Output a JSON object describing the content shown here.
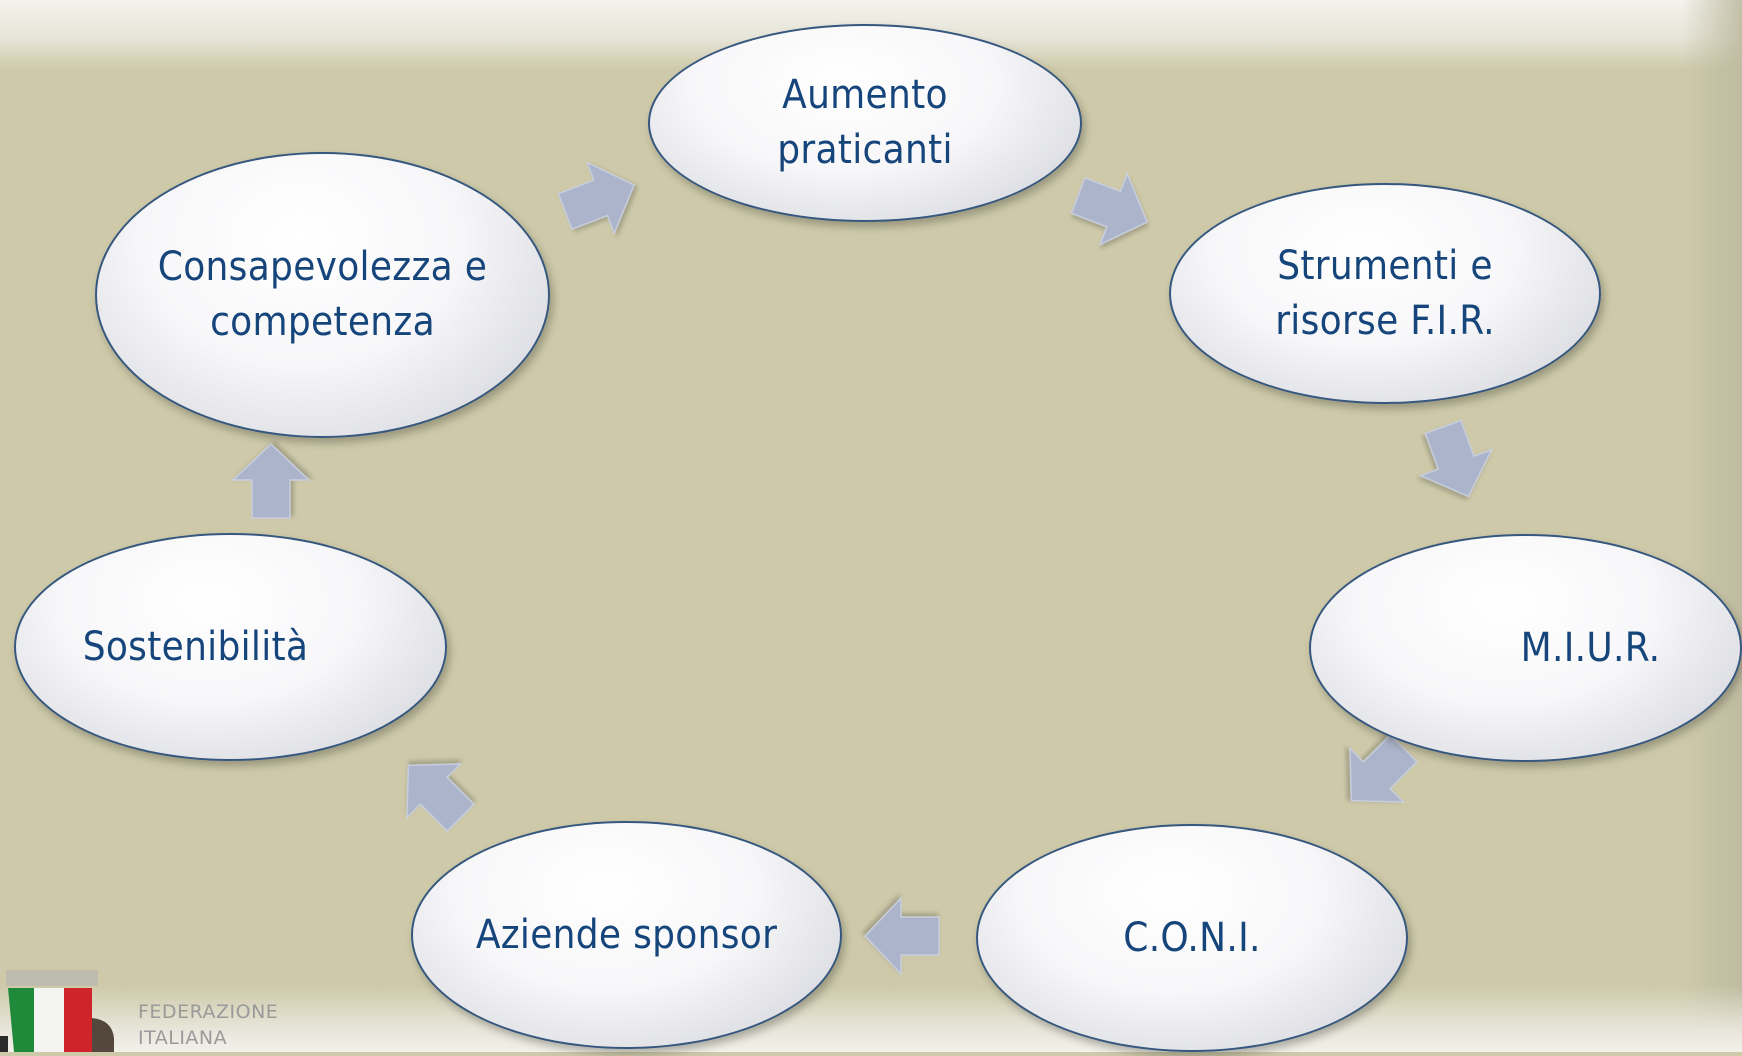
{
  "nodes": {
    "aumento": "Aumento\npraticanti",
    "strumenti": "Strumenti e\nrisorse F.I.R.",
    "miur": "M.I.U.R.",
    "coni": "C.O.N.I.",
    "aziende": "Aziende sponsor",
    "sostenibilita": "Sostenibilità",
    "consapevolezza": "Consapevolezza e\ncompetenza"
  },
  "logo": {
    "line1": "FEDERAZIONE",
    "line2": "ITALIANA"
  },
  "colors": {
    "background": "#cdc9a9",
    "node_text": "#15457a",
    "node_border": "#36577e",
    "arrow_fill": "#abb4cb"
  }
}
